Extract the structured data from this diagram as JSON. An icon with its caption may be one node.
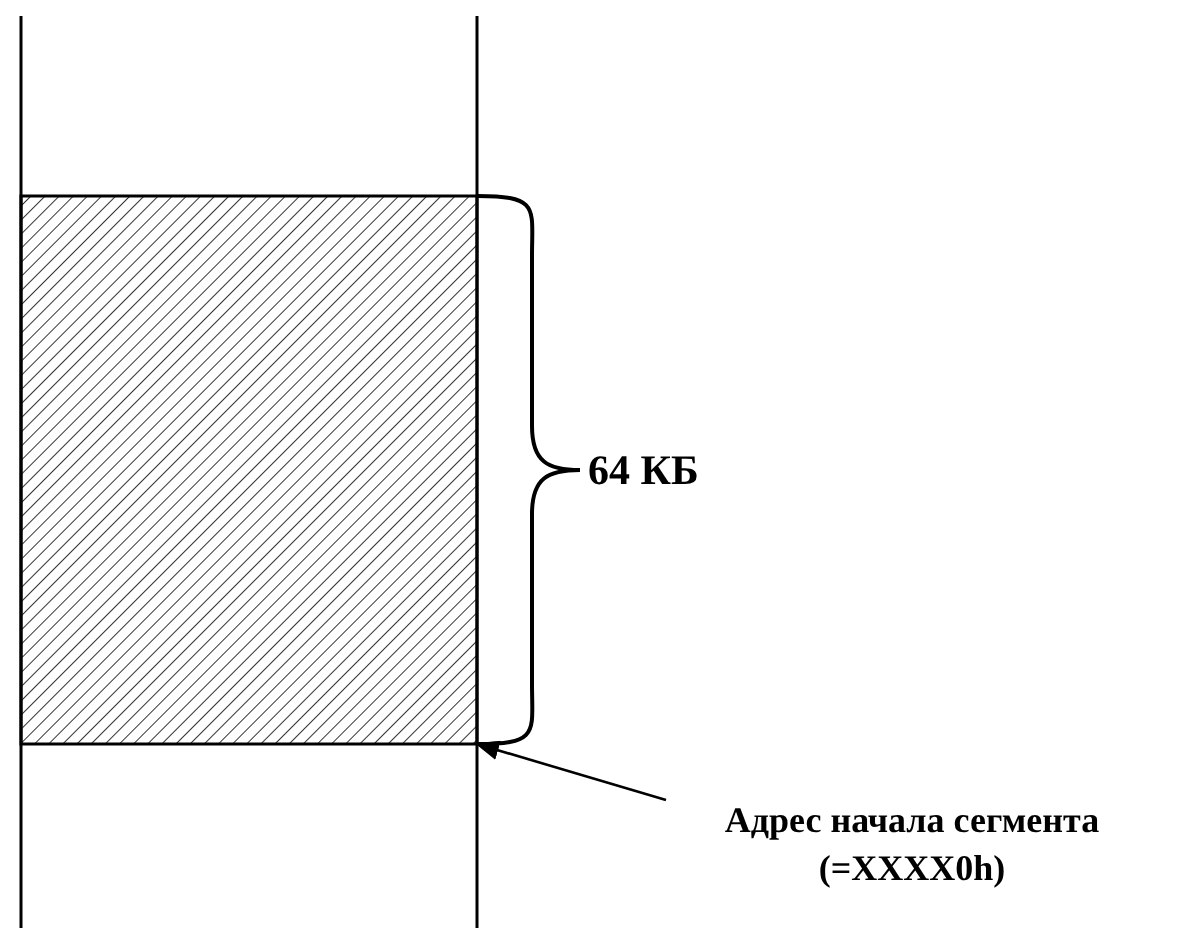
{
  "diagram": {
    "nodes": [
      {
        "text": [],
        "shape": "box"
      },
      {
        "text": [
          "Адрес начала сегмента (=XXXX0h)"
        ]
      }
    ],
    "edges": [
      {
        "from": 1,
        "to": 0,
        "arrow": "to"
      }
    ],
    "labels": [
      "64 КБ"
    ]
  }
}
